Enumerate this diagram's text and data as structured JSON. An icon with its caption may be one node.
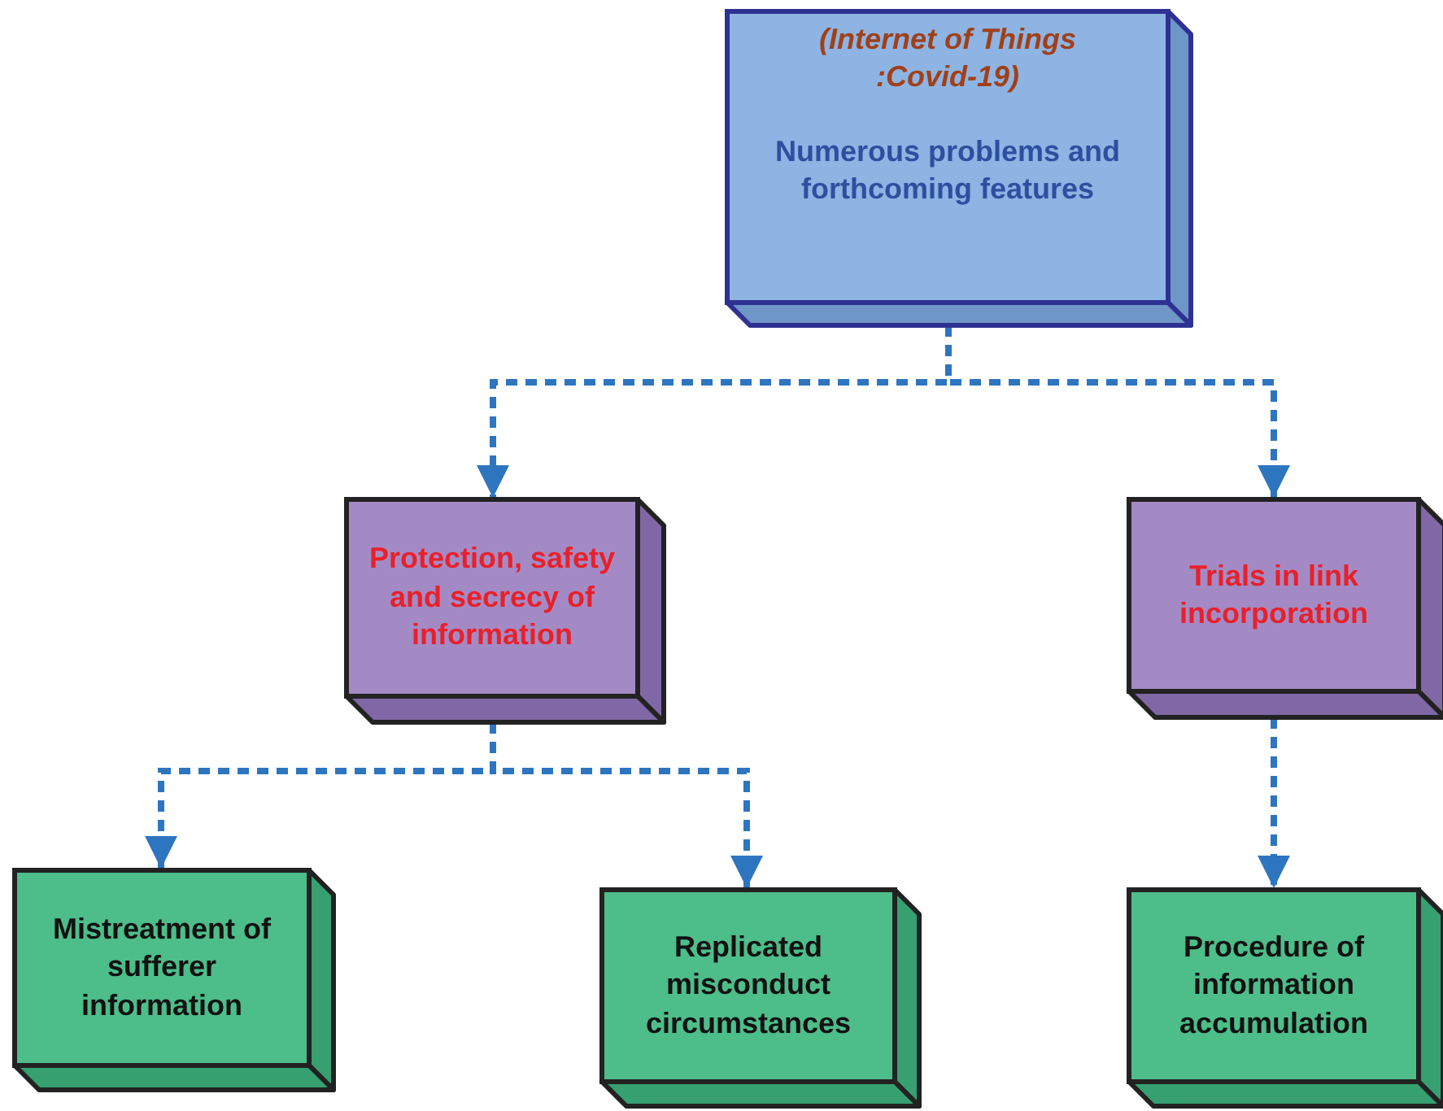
{
  "diagram": {
    "nodes": [
      {
        "text": [
          "(Internet of Things :Covid-19)",
          "Numerous problems and forthcoming features"
        ]
      },
      {
        "text": [
          "Protection, safety and secrecy of information"
        ]
      },
      {
        "text": [
          "Trials in link incorporation"
        ]
      },
      {
        "text": [
          "Mistreatment of sufferer information"
        ]
      },
      {
        "text": [
          "Replicated misconduct circumstances"
        ]
      },
      {
        "text": [
          "Procedure of information accumulation"
        ]
      }
    ],
    "edges": [
      {
        "from": 0,
        "to": 1,
        "arrow": "to",
        "style": "dashed"
      },
      {
        "from": 0,
        "to": 2,
        "arrow": "to",
        "style": "dashed"
      },
      {
        "from": 1,
        "to": 3,
        "arrow": "to",
        "style": "dashed"
      },
      {
        "from": 1,
        "to": 4,
        "arrow": "to",
        "style": "dashed"
      },
      {
        "from": 2,
        "to": 5,
        "arrow": "to",
        "style": "dashed"
      }
    ]
  }
}
